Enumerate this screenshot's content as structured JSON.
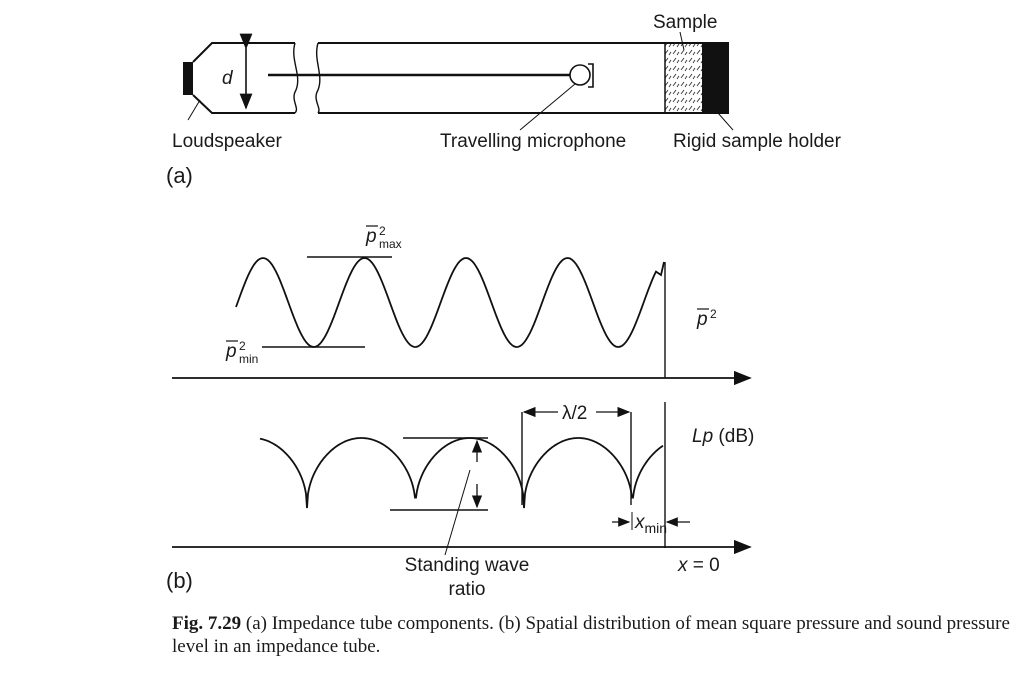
{
  "panel_a": {
    "label": "(a)",
    "diameter_label": "d",
    "loudspeaker": "Loudspeaker",
    "microphone": "Travelling microphone",
    "sample": "Sample",
    "holder": "Rigid sample holder"
  },
  "panel_b": {
    "label": "(b)",
    "p_max": {
      "base": "p",
      "sup": "2",
      "sub": "max"
    },
    "p_min": {
      "base": "p",
      "sup": "2",
      "sub": "min"
    },
    "p_sq": {
      "base": "p",
      "sup": "2"
    },
    "half_wavelength": "λ/2",
    "lp_label": {
      "var": "Lp",
      "unit": " (dB)"
    },
    "x_min": {
      "base": "x",
      "sub": "min"
    },
    "x_zero": {
      "var": "x",
      "rest": " = 0"
    },
    "swr_line1": "Standing wave",
    "swr_line2": "ratio"
  },
  "caption": {
    "number": "Fig. 7.29",
    "text": " (a) Impedance tube components. (b) Spatial distribution of mean square pressure and sound pressure level in an impedance tube."
  }
}
